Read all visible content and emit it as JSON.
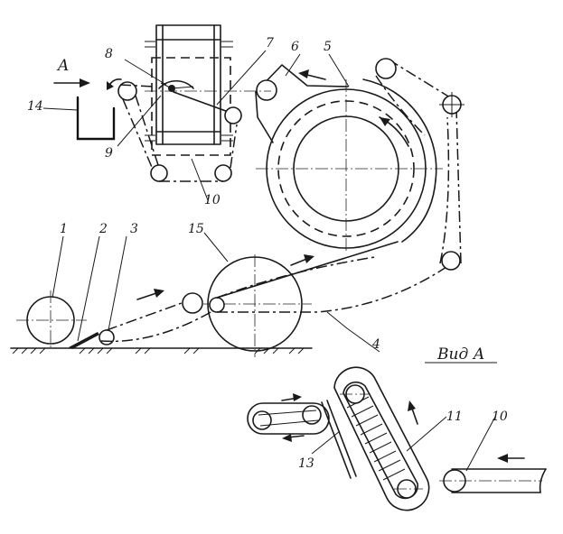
{
  "labels": {
    "l1": "1",
    "l2": "2",
    "l3": "3",
    "l4": "4",
    "l5": "5",
    "l6": "6",
    "l7": "7",
    "l8": "8",
    "l9": "9",
    "l10": "10",
    "l11": "11",
    "l10b": "10",
    "l13": "13",
    "l14": "14",
    "l15": "15",
    "view_marker": "A",
    "view_title": "Вид А"
  }
}
